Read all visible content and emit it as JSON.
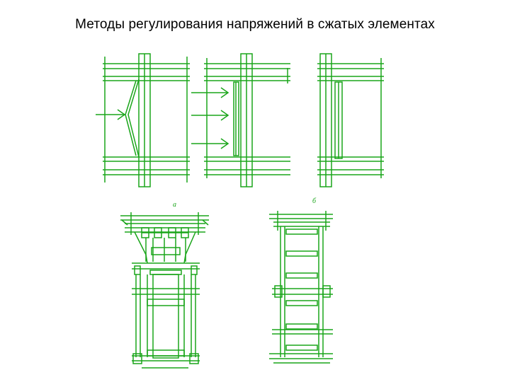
{
  "title": "Методы регулирования напряжений в сжатых элементах",
  "colors": {
    "line": "#1aa51a",
    "background": "#ffffff",
    "text": "#000000"
  },
  "labels": {
    "column_a": "а",
    "column_b": "б"
  }
}
